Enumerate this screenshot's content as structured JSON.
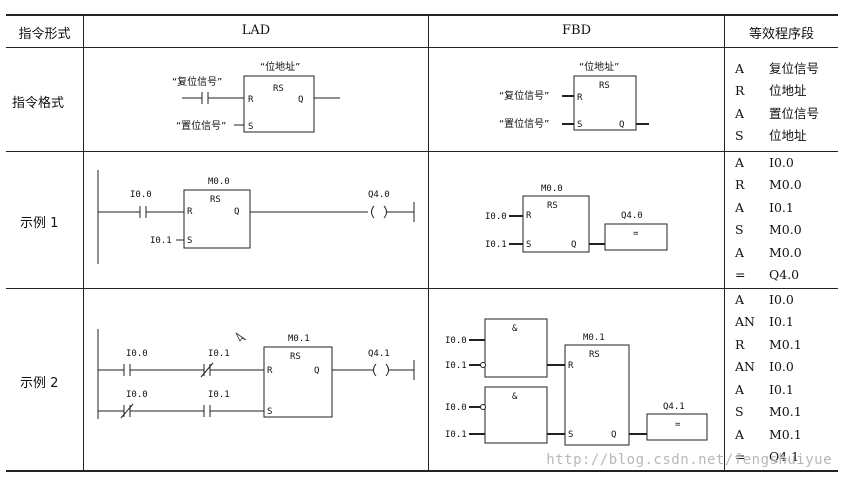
{
  "headers": {
    "col1": "指令形式",
    "col2": "LAD",
    "col3": "FBD",
    "col4": "等效程序段"
  },
  "rows": [
    {
      "label": "指令格式",
      "lad": {
        "coil_addr": "“位地址”",
        "block": "RS",
        "r_label": "R",
        "s_label": "S",
        "q_label": "Q",
        "reset_signal": "“复位信号”",
        "set_signal": "“置位信号”"
      },
      "fbd": {
        "coil_addr": "“位地址”",
        "block": "RS",
        "r_label": "R",
        "s_label": "S",
        "q_label": "Q",
        "reset_signal": "“复位信号”",
        "set_signal": "“置位信号”"
      },
      "stl": [
        {
          "op": "A",
          "arg": "复位信号"
        },
        {
          "op": "R",
          "arg": "位地址"
        },
        {
          "op": "A",
          "arg": "置位信号"
        },
        {
          "op": "S",
          "arg": "位地址"
        }
      ]
    },
    {
      "label": "示例 1",
      "lad": {
        "block_addr": "M0.0",
        "block": "RS",
        "r_label": "R",
        "s_label": "S",
        "q_label": "Q",
        "contact": "I0.0",
        "s_input": "I0.1",
        "coil": "Q4.0"
      },
      "fbd": {
        "block_addr": "M0.0",
        "block": "RS",
        "r_label": "R",
        "s_label": "S",
        "q_label": "Q",
        "r_input": "I0.0",
        "s_input": "I0.1",
        "out_addr": "Q4.0",
        "assign": "="
      },
      "stl": [
        {
          "op": "A",
          "arg": "I0.0"
        },
        {
          "op": "R",
          "arg": "M0.0"
        },
        {
          "op": "A",
          "arg": "I0.1"
        },
        {
          "op": "S",
          "arg": "M0.0"
        },
        {
          "op": "A",
          "arg": "M0.0"
        },
        {
          "op": "=",
          "arg": "Q4.0"
        }
      ]
    },
    {
      "label": "示例 2",
      "lad": {
        "block_addr": "M0.1",
        "block": "RS",
        "r_label": "R",
        "s_label": "S",
        "q_label": "Q",
        "c1": "I0.0",
        "c2": "I0.1",
        "c3": "I0.0",
        "c4": "I0.1",
        "coil": "Q4.1"
      },
      "fbd": {
        "and1": "&",
        "and2": "&",
        "block_addr": "M0.1",
        "block": "RS",
        "r_label": "R",
        "s_label": "S",
        "q_label": "Q",
        "i1": "I0.0",
        "i2": "I0.1",
        "i3": "I0.0",
        "i4": "I0.1",
        "out_addr": "Q4.1",
        "assign": "="
      },
      "stl": [
        {
          "op": "A",
          "arg": "I0.0"
        },
        {
          "op": "AN",
          "arg": "I0.1"
        },
        {
          "op": "R",
          "arg": "M0.1"
        },
        {
          "op": "AN",
          "arg": "I0.0"
        },
        {
          "op": "A",
          "arg": "I0.1"
        },
        {
          "op": "S",
          "arg": "M0.1"
        },
        {
          "op": "A",
          "arg": "M0.1"
        },
        {
          "op": "=",
          "arg": "Q4.1"
        }
      ]
    }
  ],
  "watermark": "http://blog.csdn.net/fengshuiyue"
}
